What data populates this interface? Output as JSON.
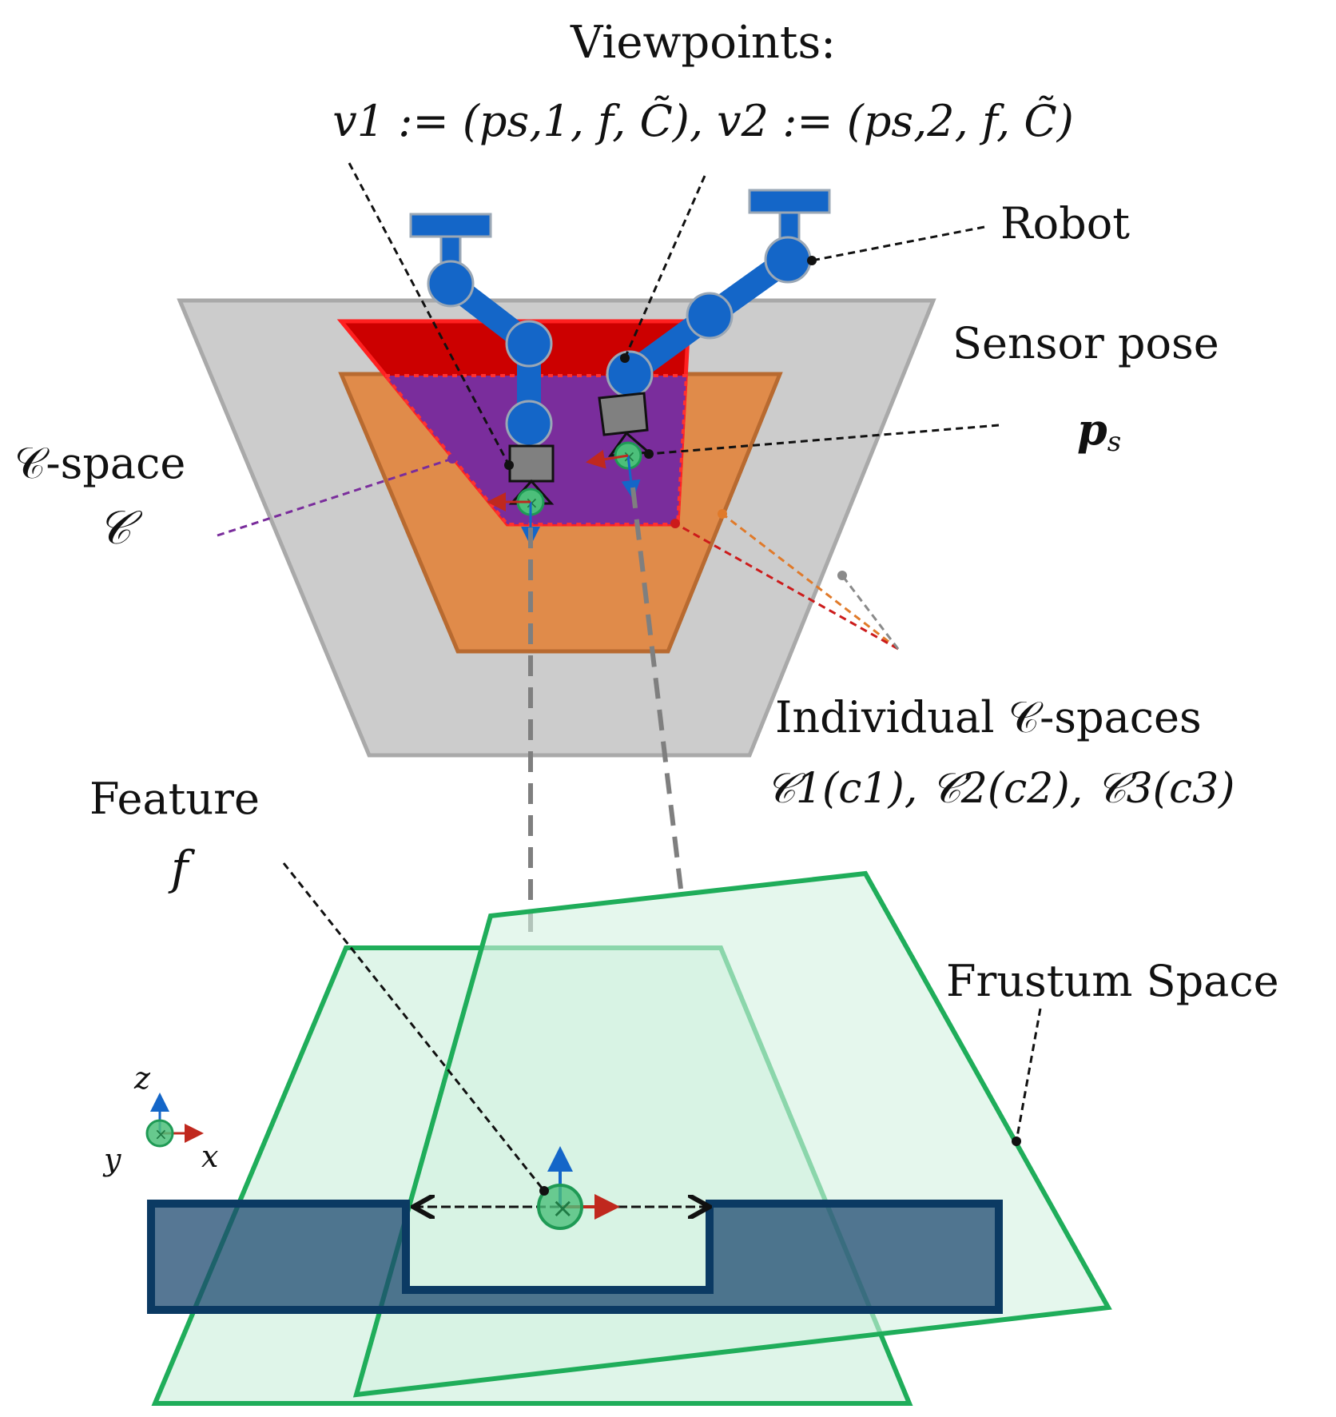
{
  "labels": {
    "viewpoints_title": "Viewpoints:",
    "viewpoints_formula_v1": "v",
    "viewpoints_formula_rest": "1 := (ps,1, f, C̃), v2 := (ps,2, f, C̃)",
    "robot": "Robot",
    "sensor_pose": "Sensor pose",
    "sensor_pose_symbol": "p",
    "sensor_pose_sub": "s",
    "cspace": "𝒞-space",
    "cspace_symbol": "𝒞",
    "individual_cspaces": "Individual 𝒞-spaces",
    "individual_cspaces_formula": "𝒞1(c1), 𝒞2(c2), 𝒞3(c3)",
    "feature": "Feature",
    "feature_symbol": "f",
    "frustum_space": "Frustum Space",
    "axis_z": "z",
    "axis_y": "y",
    "axis_x": "x"
  },
  "colors": {
    "gray_space": "#cccccc",
    "orange_space": "#e08b4a",
    "red_space": "#cc0000",
    "purple_space": "#7a2d9c",
    "robot_blue": "#1466c8",
    "sensor_gray": "#808080",
    "frustum_green": "#1fad5a",
    "frustum_fill": "#d4f2e1",
    "object_navy": "#0b3a63",
    "object_fill": "#4f6e82"
  }
}
